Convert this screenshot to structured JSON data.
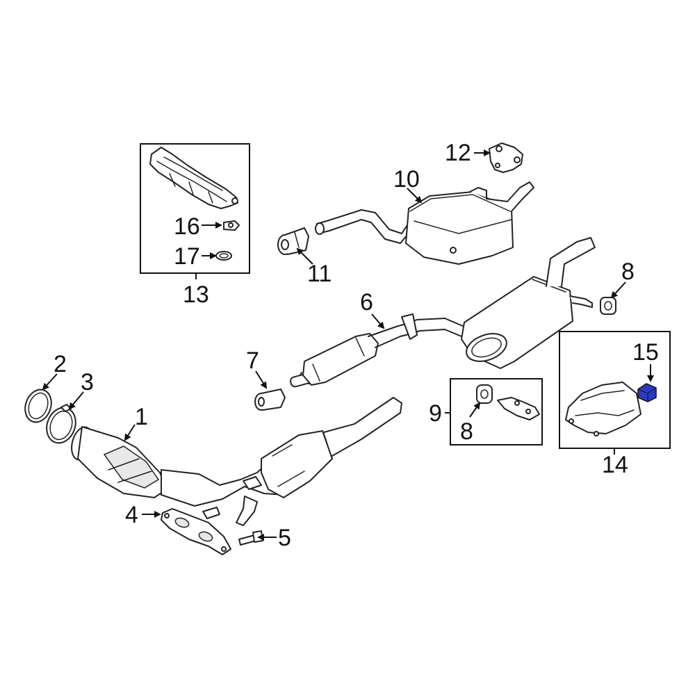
{
  "callouts": {
    "c1": "1",
    "c2": "2",
    "c3": "3",
    "c4": "4",
    "c5": "5",
    "c6": "6",
    "c7": "7",
    "c8a": "8",
    "c8b": "8",
    "c9": "9",
    "c10": "10",
    "c11": "11",
    "c12": "12",
    "c13": "13",
    "c14": "14",
    "c15": "15",
    "c16": "16",
    "c17": "17"
  },
  "colors": {
    "line": "#222222",
    "highlight_part": "#2b3bbf"
  },
  "highlighted_part": "15"
}
